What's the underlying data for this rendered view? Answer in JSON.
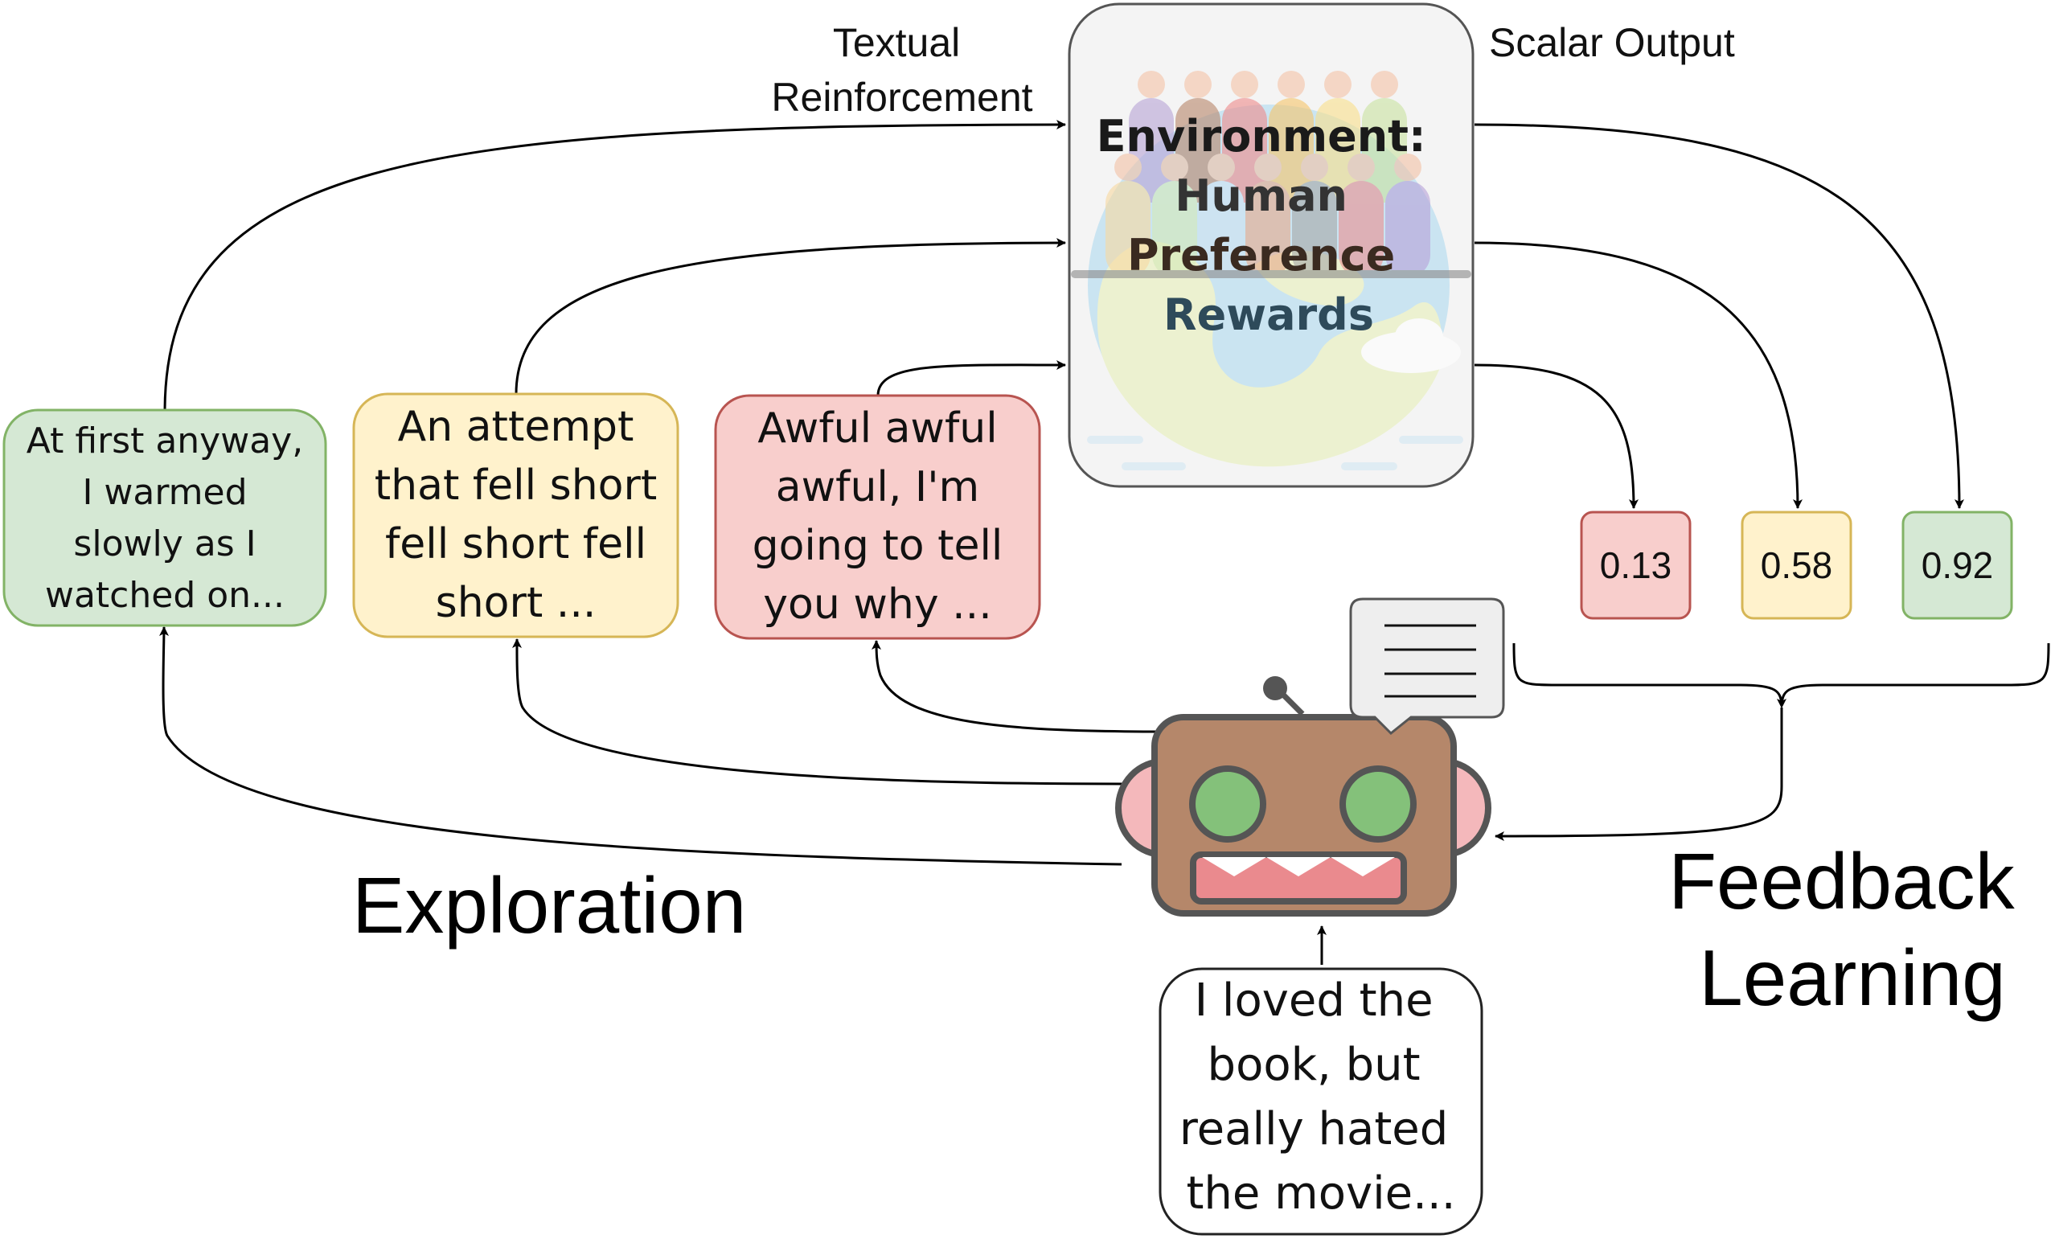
{
  "labels": {
    "textual_reinforcement_line1": "Textual",
    "textual_reinforcement_line2": "Reinforcement",
    "scalar_output": "Scalar Output",
    "exploration": "Exploration",
    "feedback_line1": "Feedback",
    "feedback_line2": "Learning"
  },
  "environment": {
    "line1": "Environment:",
    "line2": "Human",
    "line3": "Preference",
    "line4": "Rewards"
  },
  "samples": [
    {
      "lines": [
        "At first anyway,",
        "I warmed",
        "slowly as I",
        "watched on..."
      ],
      "fill": "#d5e8d4",
      "stroke": "#82b366"
    },
    {
      "lines": [
        "An attempt",
        "that fell short",
        "fell short fell",
        "short ..."
      ],
      "fill": "#fff2cc",
      "stroke": "#d6b656"
    },
    {
      "lines": [
        "Awful awful",
        "awful, I'm",
        "going to tell",
        "you why ..."
      ],
      "fill": "#f8cecc",
      "stroke": "#b85450"
    }
  ],
  "scores": [
    {
      "value": "0.13",
      "fill": "#f8cecc",
      "stroke": "#b85450"
    },
    {
      "value": "0.58",
      "fill": "#fff2cc",
      "stroke": "#d6b656"
    },
    {
      "value": "0.92",
      "fill": "#d5e8d4",
      "stroke": "#82b366"
    }
  ],
  "prompt": {
    "lines": [
      "I loved the",
      "book, but",
      "really hated",
      "the movie..."
    ]
  },
  "colors": {
    "robot_body": "#b5876a",
    "robot_eye": "#84c17a",
    "robot_ear": "#f4b8bb",
    "robot_mouth": "#ea8a8e",
    "robot_outline": "#555555"
  },
  "icons": {
    "robot": "robot-icon",
    "speech": "speech-bubble-icon",
    "crowd": "crowd-icon",
    "globe": "globe-icon"
  }
}
